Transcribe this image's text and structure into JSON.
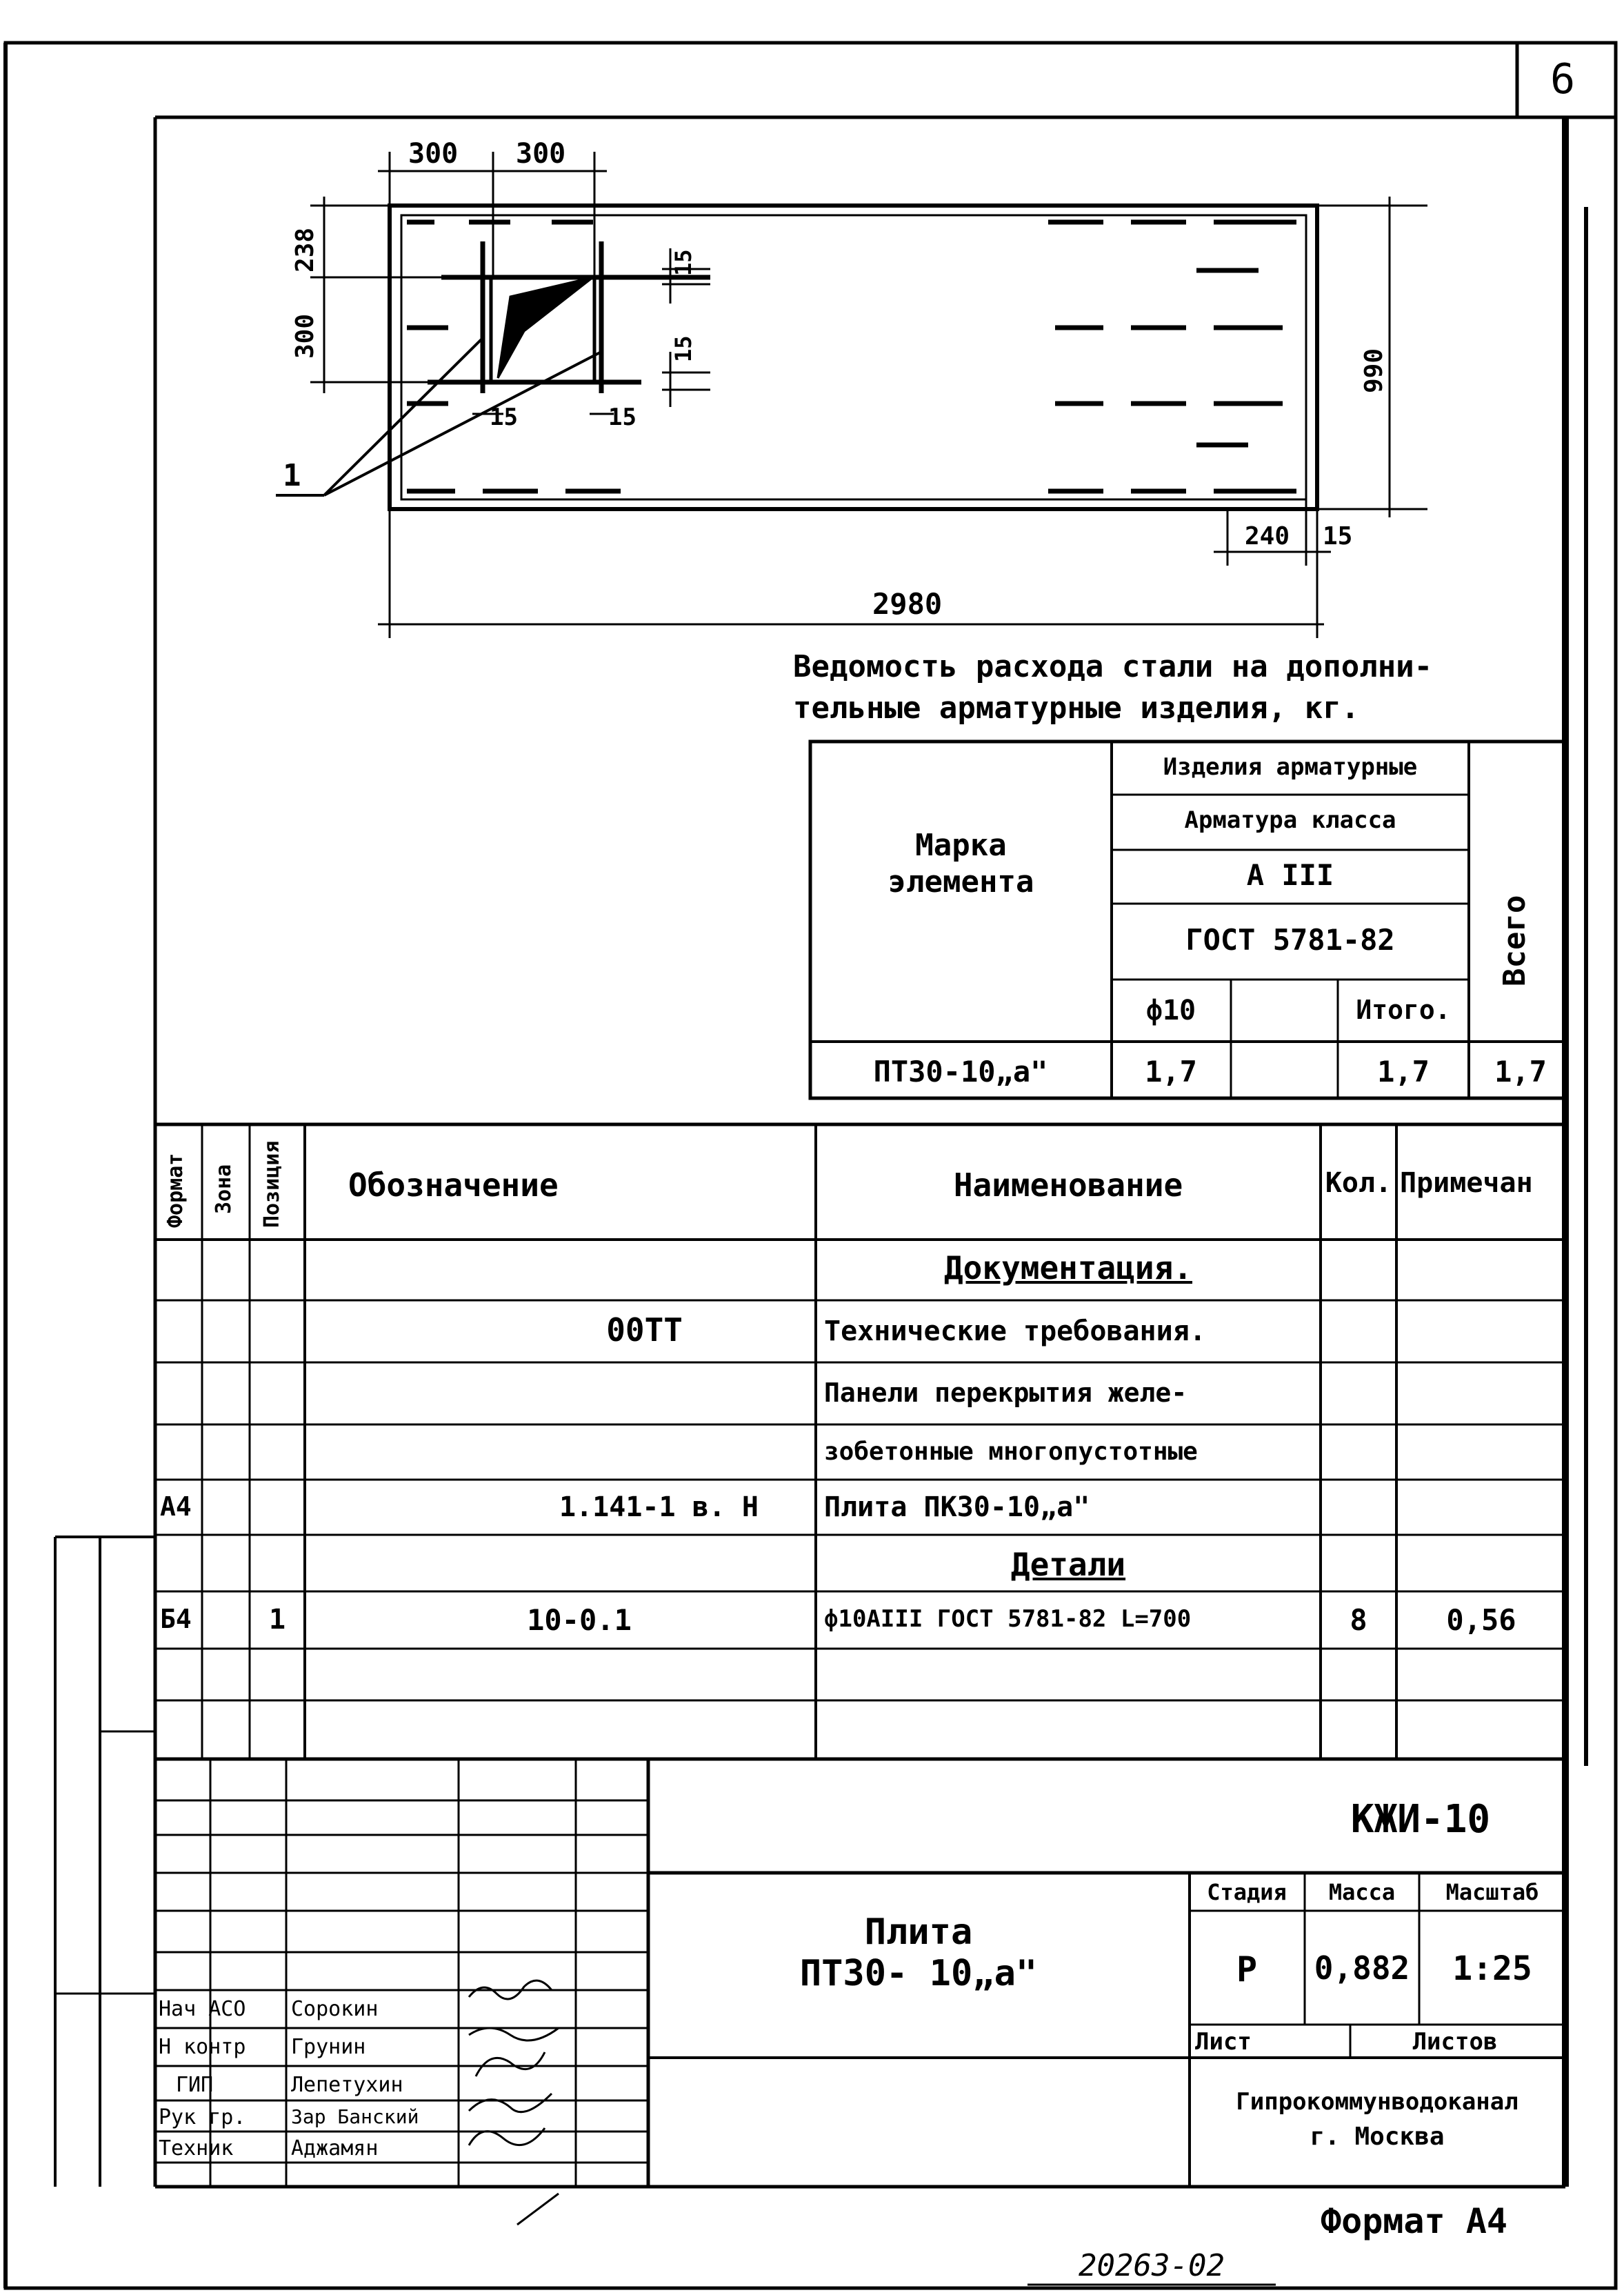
{
  "sheet_number": "6",
  "drawing": {
    "dims": {
      "top_left": "300",
      "top_right": "300",
      "left_upper": "238",
      "left_lower": "300",
      "right_height": "990",
      "gap_a": "15",
      "gap_b": "15",
      "gap_c": "15",
      "gap_d": "15",
      "bottom_offset": "240",
      "bottom_gap": "15",
      "overall_length": "2980"
    },
    "leader_label": "1"
  },
  "steel_table": {
    "title_line1": "Ведомость расхода стали на дополни-",
    "title_line2": "тельные арматурные изделия, кг.",
    "header_mark": "Марка элемента",
    "header_products": "Изделия арматурные",
    "header_class": "Арматура класса",
    "header_class_value": "А III",
    "header_gost": "ГОСТ 5781-82",
    "header_phi": "ф10",
    "header_itogo": "Итого.",
    "header_total": "Всего",
    "row": {
      "mark": "ПТ30-10„а\"",
      "phi10": "1,7",
      "empty": "",
      "itogo": "1,7",
      "total": "1,7"
    }
  },
  "spec": {
    "headers": {
      "format": "Формат",
      "zone": "Зона",
      "position": "Позиция",
      "designation": "Обозначение",
      "name": "Наименование",
      "qty": "Кол.",
      "note": "Примечан"
    },
    "rows": [
      {
        "format": "",
        "zone": "",
        "pos": "",
        "designation": "",
        "name": "Документация.",
        "qty": "",
        "note": "",
        "section": true
      },
      {
        "format": "",
        "zone": "",
        "pos": "",
        "designation": "00ТТ",
        "name": "Технические требования.",
        "qty": "",
        "note": "",
        "section": false
      },
      {
        "format": "",
        "zone": "",
        "pos": "",
        "designation": "",
        "name": "Панели перекрытия желе-",
        "qty": "",
        "note": "",
        "section": false
      },
      {
        "format": "",
        "zone": "",
        "pos": "",
        "designation": "",
        "name": "зобетонные многопустотные",
        "qty": "",
        "note": "",
        "section": false
      },
      {
        "format": "А4",
        "zone": "",
        "pos": "",
        "designation": "1.141-1   в. Н",
        "name": "Плита ПК30-10„а\"",
        "qty": "",
        "note": "",
        "section": false
      },
      {
        "format": "",
        "zone": "",
        "pos": "",
        "designation": "",
        "name": "Детали",
        "qty": "",
        "note": "",
        "section": true
      },
      {
        "format": "Б4",
        "zone": "",
        "pos": "1",
        "designation": "10-0.1",
        "name": "ф10АIII ГОСТ 5781-82  L=700",
        "qty": "8",
        "note": "0,56",
        "section": false
      },
      {
        "format": "",
        "zone": "",
        "pos": "",
        "designation": "",
        "name": "",
        "qty": "",
        "note": "",
        "section": false
      },
      {
        "format": "",
        "zone": "",
        "pos": "",
        "designation": "",
        "name": "",
        "qty": "",
        "note": "",
        "section": false
      }
    ]
  },
  "title_block": {
    "code": "КЖИ-10",
    "product_line1": "Плита",
    "product_line2": "ПТ30- 10„а\"",
    "stage_label": "Стадия",
    "mass_label": "Масса",
    "scale_label": "Масштаб",
    "stage": "Р",
    "mass": "0,882",
    "scale": "1:25",
    "sheet_label": "Лист",
    "sheets_label": "Листов",
    "org_line1": "Гипрокоммунводоканал",
    "org_line2": "г. Москва",
    "people": [
      {
        "role": "Нач АСО",
        "name": "Сорокин"
      },
      {
        "role": "Н контр",
        "name": "Грунин"
      },
      {
        "role": "ГИП",
        "name": "Лепетухин"
      },
      {
        "role": "Рук гр.",
        "name": "Зар Банский"
      },
      {
        "role": "Техник",
        "name": "Аджамян"
      }
    ],
    "format_label": "Формат А4"
  },
  "archive_number": "20263-02"
}
